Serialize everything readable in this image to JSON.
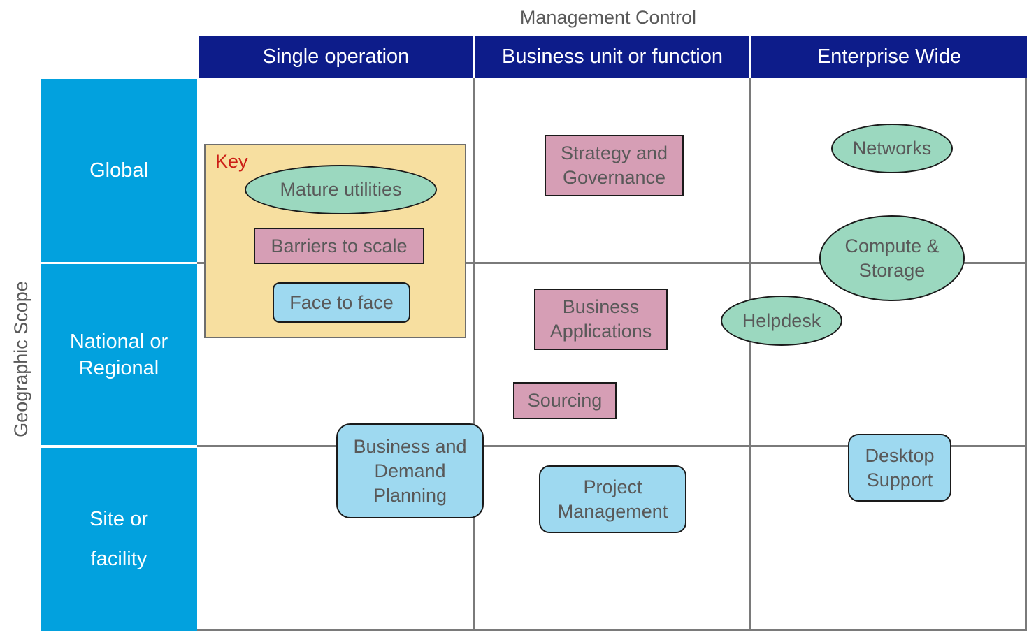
{
  "x_axis_title": "Management Control",
  "y_axis_title": "Geographic Scope",
  "columns": [
    "Single operation",
    "Business unit or function",
    "Enterprise Wide"
  ],
  "rows": [
    "Global",
    "National or Regional",
    "Site or facility"
  ],
  "key": {
    "label": "Key",
    "items": [
      "Mature utilities",
      "Barriers to scale",
      "Face to face"
    ]
  },
  "items": {
    "strategy": "Strategy and Governance",
    "networks": "Networks",
    "compute": "Compute & Storage",
    "helpdesk": "Helpdesk",
    "business_apps": "Business Applications",
    "sourcing": "Sourcing",
    "demand_planning": "Business and Demand Planning",
    "project_mgmt": "Project Management",
    "desktop": "Desktop Support"
  },
  "colors": {
    "header_navy": "#0d1c8a",
    "row_blue": "#02a1de",
    "ellipse_green": "#9bd8bf",
    "rect_pink": "#d69eb5",
    "rounded_blue": "#9ed9f0",
    "key_fill": "#f7dfa0",
    "key_label_red": "#cc1f16"
  }
}
